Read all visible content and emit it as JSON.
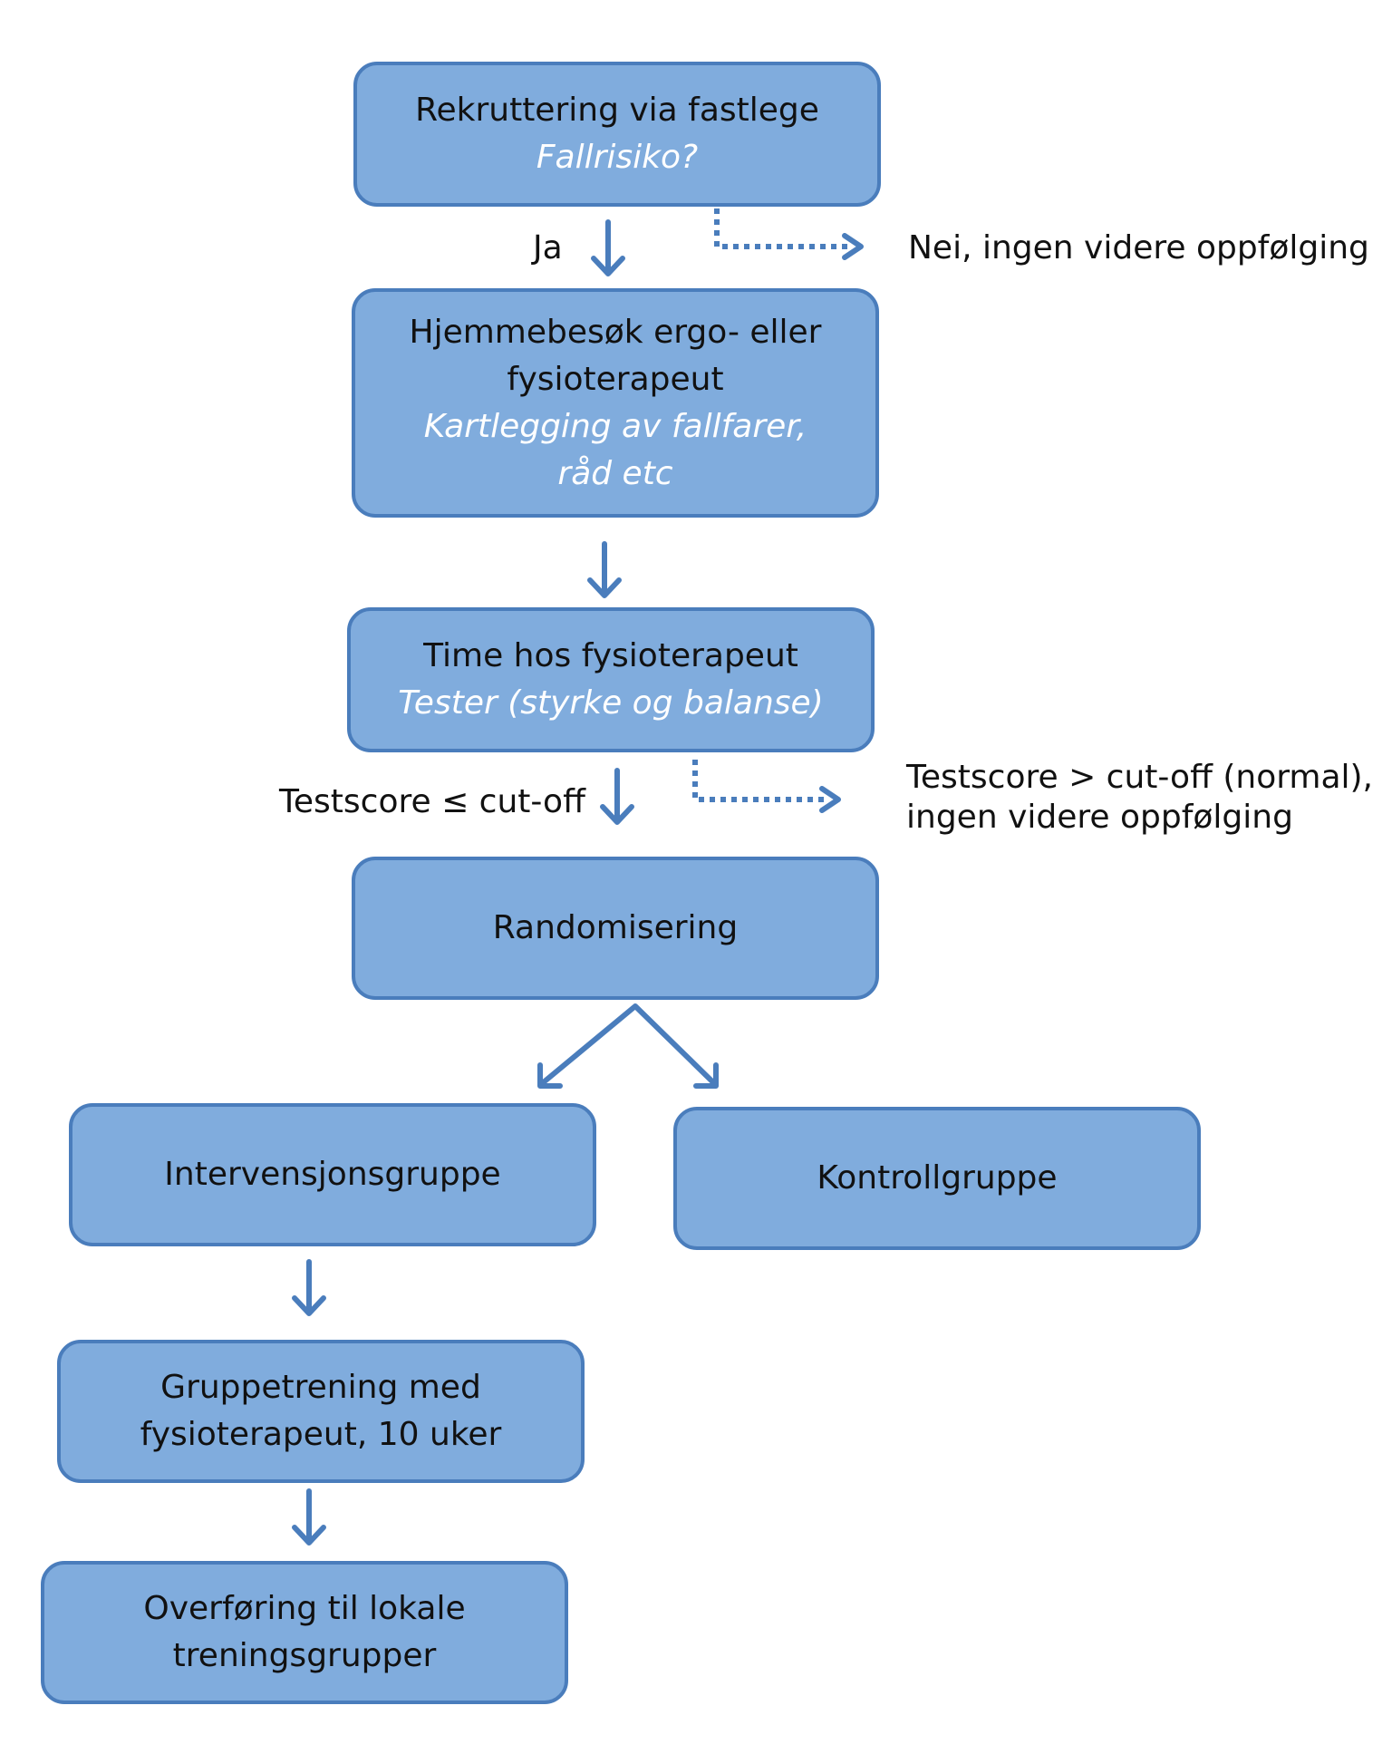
{
  "nodes": {
    "rekruttering": {
      "title": "Rekruttering via fastlege",
      "sub": "Fallrisiko?"
    },
    "hjemmebesok": {
      "title1": "Hjemmebesøk ergo- eller",
      "title2": "fysioterapeut",
      "sub1": "Kartlegging av fallfarer,",
      "sub2": "råd etc"
    },
    "time": {
      "title": "Time hos fysioterapeut",
      "sub": "Tester (styrke og balanse)"
    },
    "randomisering": {
      "title": "Randomisering"
    },
    "intervensjon": {
      "title": "Intervensjonsgruppe"
    },
    "kontroll": {
      "title": "Kontrollgruppe"
    },
    "gruppetrening": {
      "line1": "Gruppetrening med",
      "line2": "fysioterapeut, 10 uker"
    },
    "overforing": {
      "line1": "Overføring til lokale",
      "line2": "treningsgrupper"
    }
  },
  "labels": {
    "ja": "Ja",
    "nei": "Nei, ingen videre oppfølging",
    "testscore_low": "Testscore ≤ cut-off",
    "testscore_high1": "Testscore > cut-off (normal),",
    "testscore_high2": "ingen videre oppfølging"
  },
  "colors": {
    "box_fill": "#80acdd",
    "box_border": "#4a7dbc",
    "arrow": "#4a7dbc",
    "italic_text": "#ffffff"
  }
}
